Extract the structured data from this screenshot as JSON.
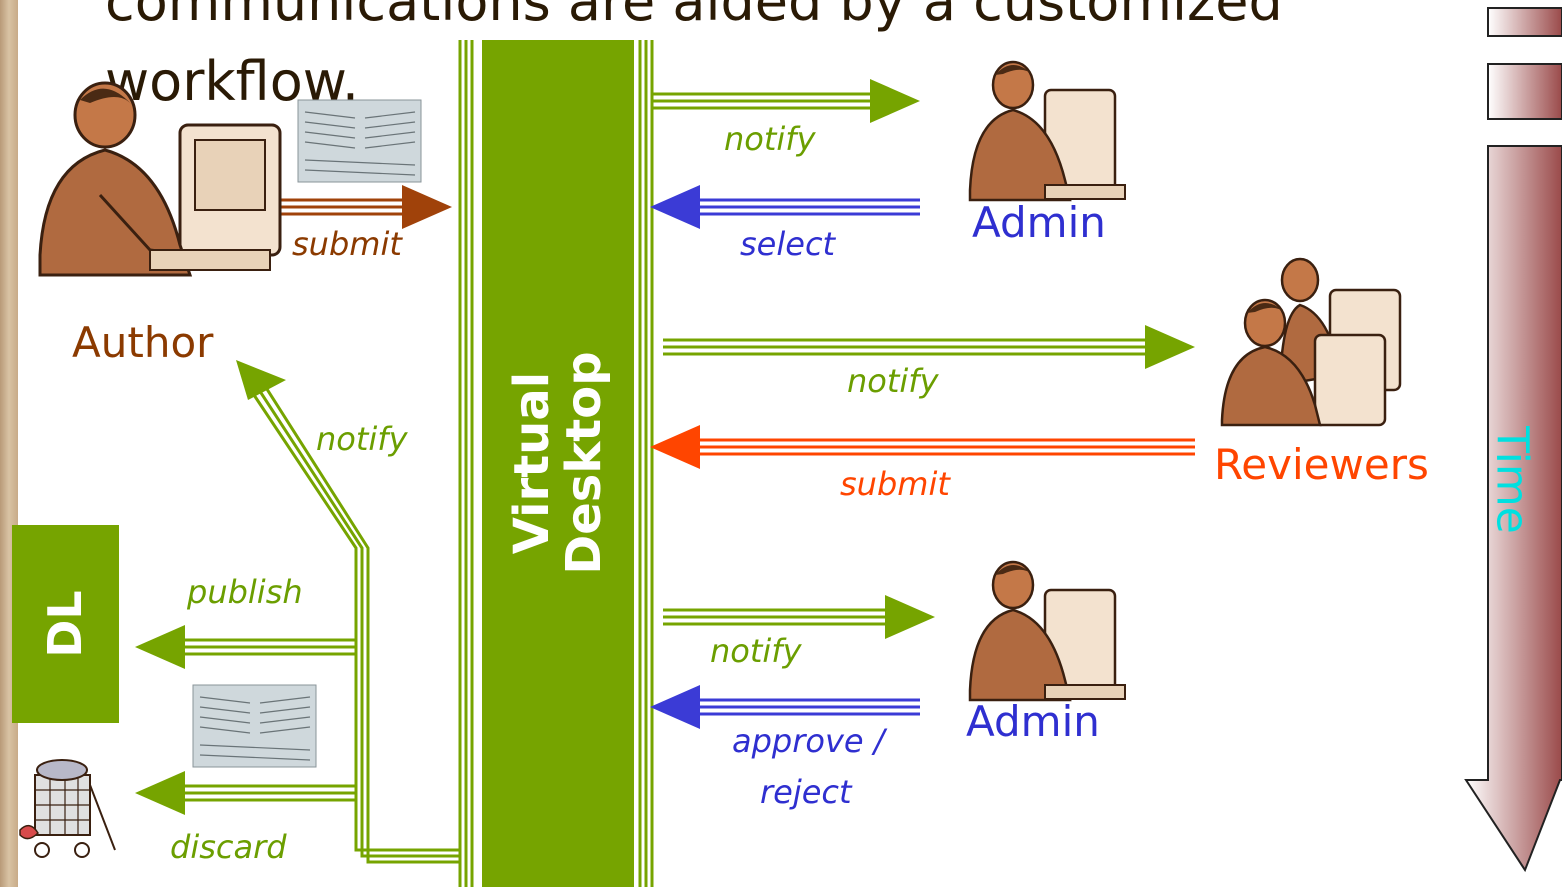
{
  "title": {
    "line1": "communications are aided by a customized",
    "line2": "workflow."
  },
  "hub": {
    "label_line1": "Virtual",
    "label_line2": "Desktop"
  },
  "repository": {
    "label": "DL"
  },
  "timeline": {
    "label": "Time"
  },
  "actors": {
    "author": "Author",
    "admin_top": "Admin",
    "reviewers": "Reviewers",
    "admin_bottom": "Admin"
  },
  "arrows": {
    "author_submit": "submit",
    "admin_notify": "notify",
    "admin_select": "select",
    "reviewers_notify": "notify",
    "reviewers_submit": "submit",
    "author_notify": "notify",
    "dl_publish": "publish",
    "trash_discard": "discard",
    "admin2_notify": "notify",
    "admin2_approve_line1": "approve /",
    "admin2_approve_line2": "reject"
  },
  "colors": {
    "hub_green": "#76a400",
    "arrow_green": "#76a400",
    "arrow_brown": "#a0420a",
    "arrow_blue": "#3b3bd6",
    "arrow_orange": "#ff4500",
    "time_gradient_light": "#ffffff",
    "time_gradient_dark": "#9a4a4a",
    "time_label": "#00e0e0"
  },
  "icons": {
    "author": "person-at-computer-icon",
    "admin": "person-at-computer-icon",
    "reviewers": "people-at-computers-icon",
    "document": "document-photo-icon",
    "trash": "trash-cart-icon"
  }
}
